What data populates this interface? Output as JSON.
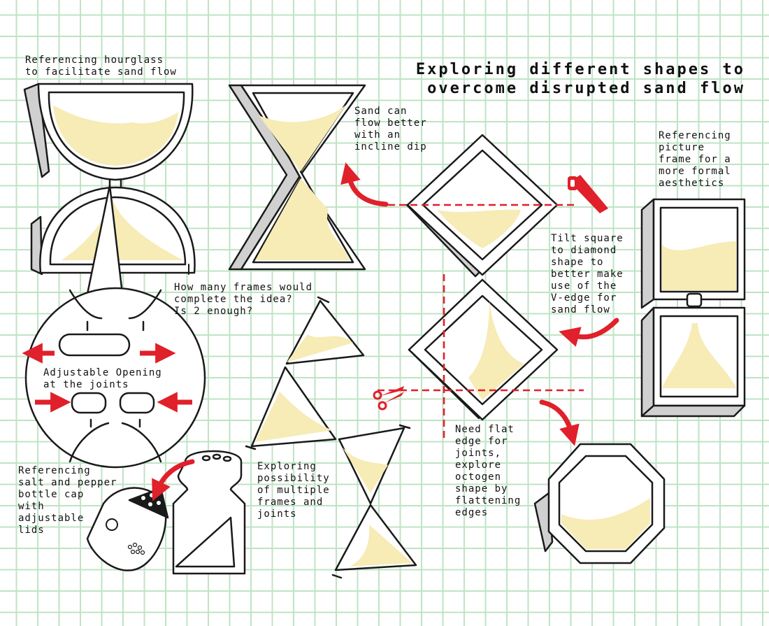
{
  "title": {
    "line1": "Exploring different shapes to",
    "line2": "overcome disrupted sand flow"
  },
  "annotations": {
    "hourglass_ref": "Referencing hourglass\nto facilitate sand flow",
    "incline_dip": "Sand can\nflow better\nwith an\nincline dip",
    "picture_frame": "Referencing\npicture\nframe for a\nmore formal\naesthetics",
    "tilt_square": "Tilt square\nto diamond\nshape to\nbetter make\nuse of the\nV-edge for\nsand flow",
    "how_many_frames": "How many frames would\ncomplete the idea?\n       Is 2 enough?",
    "adjustable_opening": "Adjustable Opening\nat the joints",
    "salt_pepper": "Referencing\nsalt and pepper\nbottle cap\nwith\nadjustable\nlids",
    "multiple_frames": "Exploring\npossibility\nof multiple\nframes and\njoints",
    "flat_edge": "Need flat\nedge for\njoints,\nexplore\noctogen\nshape by\nflattening\nedges"
  },
  "colors": {
    "sand": "#f7ebb6",
    "outline": "#1a1a1a",
    "frame_side": "#d0d0d0",
    "arrow": "#e0202a",
    "dashed_line": "#e0202a",
    "grid": "#bfe3c4"
  },
  "icons": [
    "saw-icon",
    "scissors-icon"
  ]
}
